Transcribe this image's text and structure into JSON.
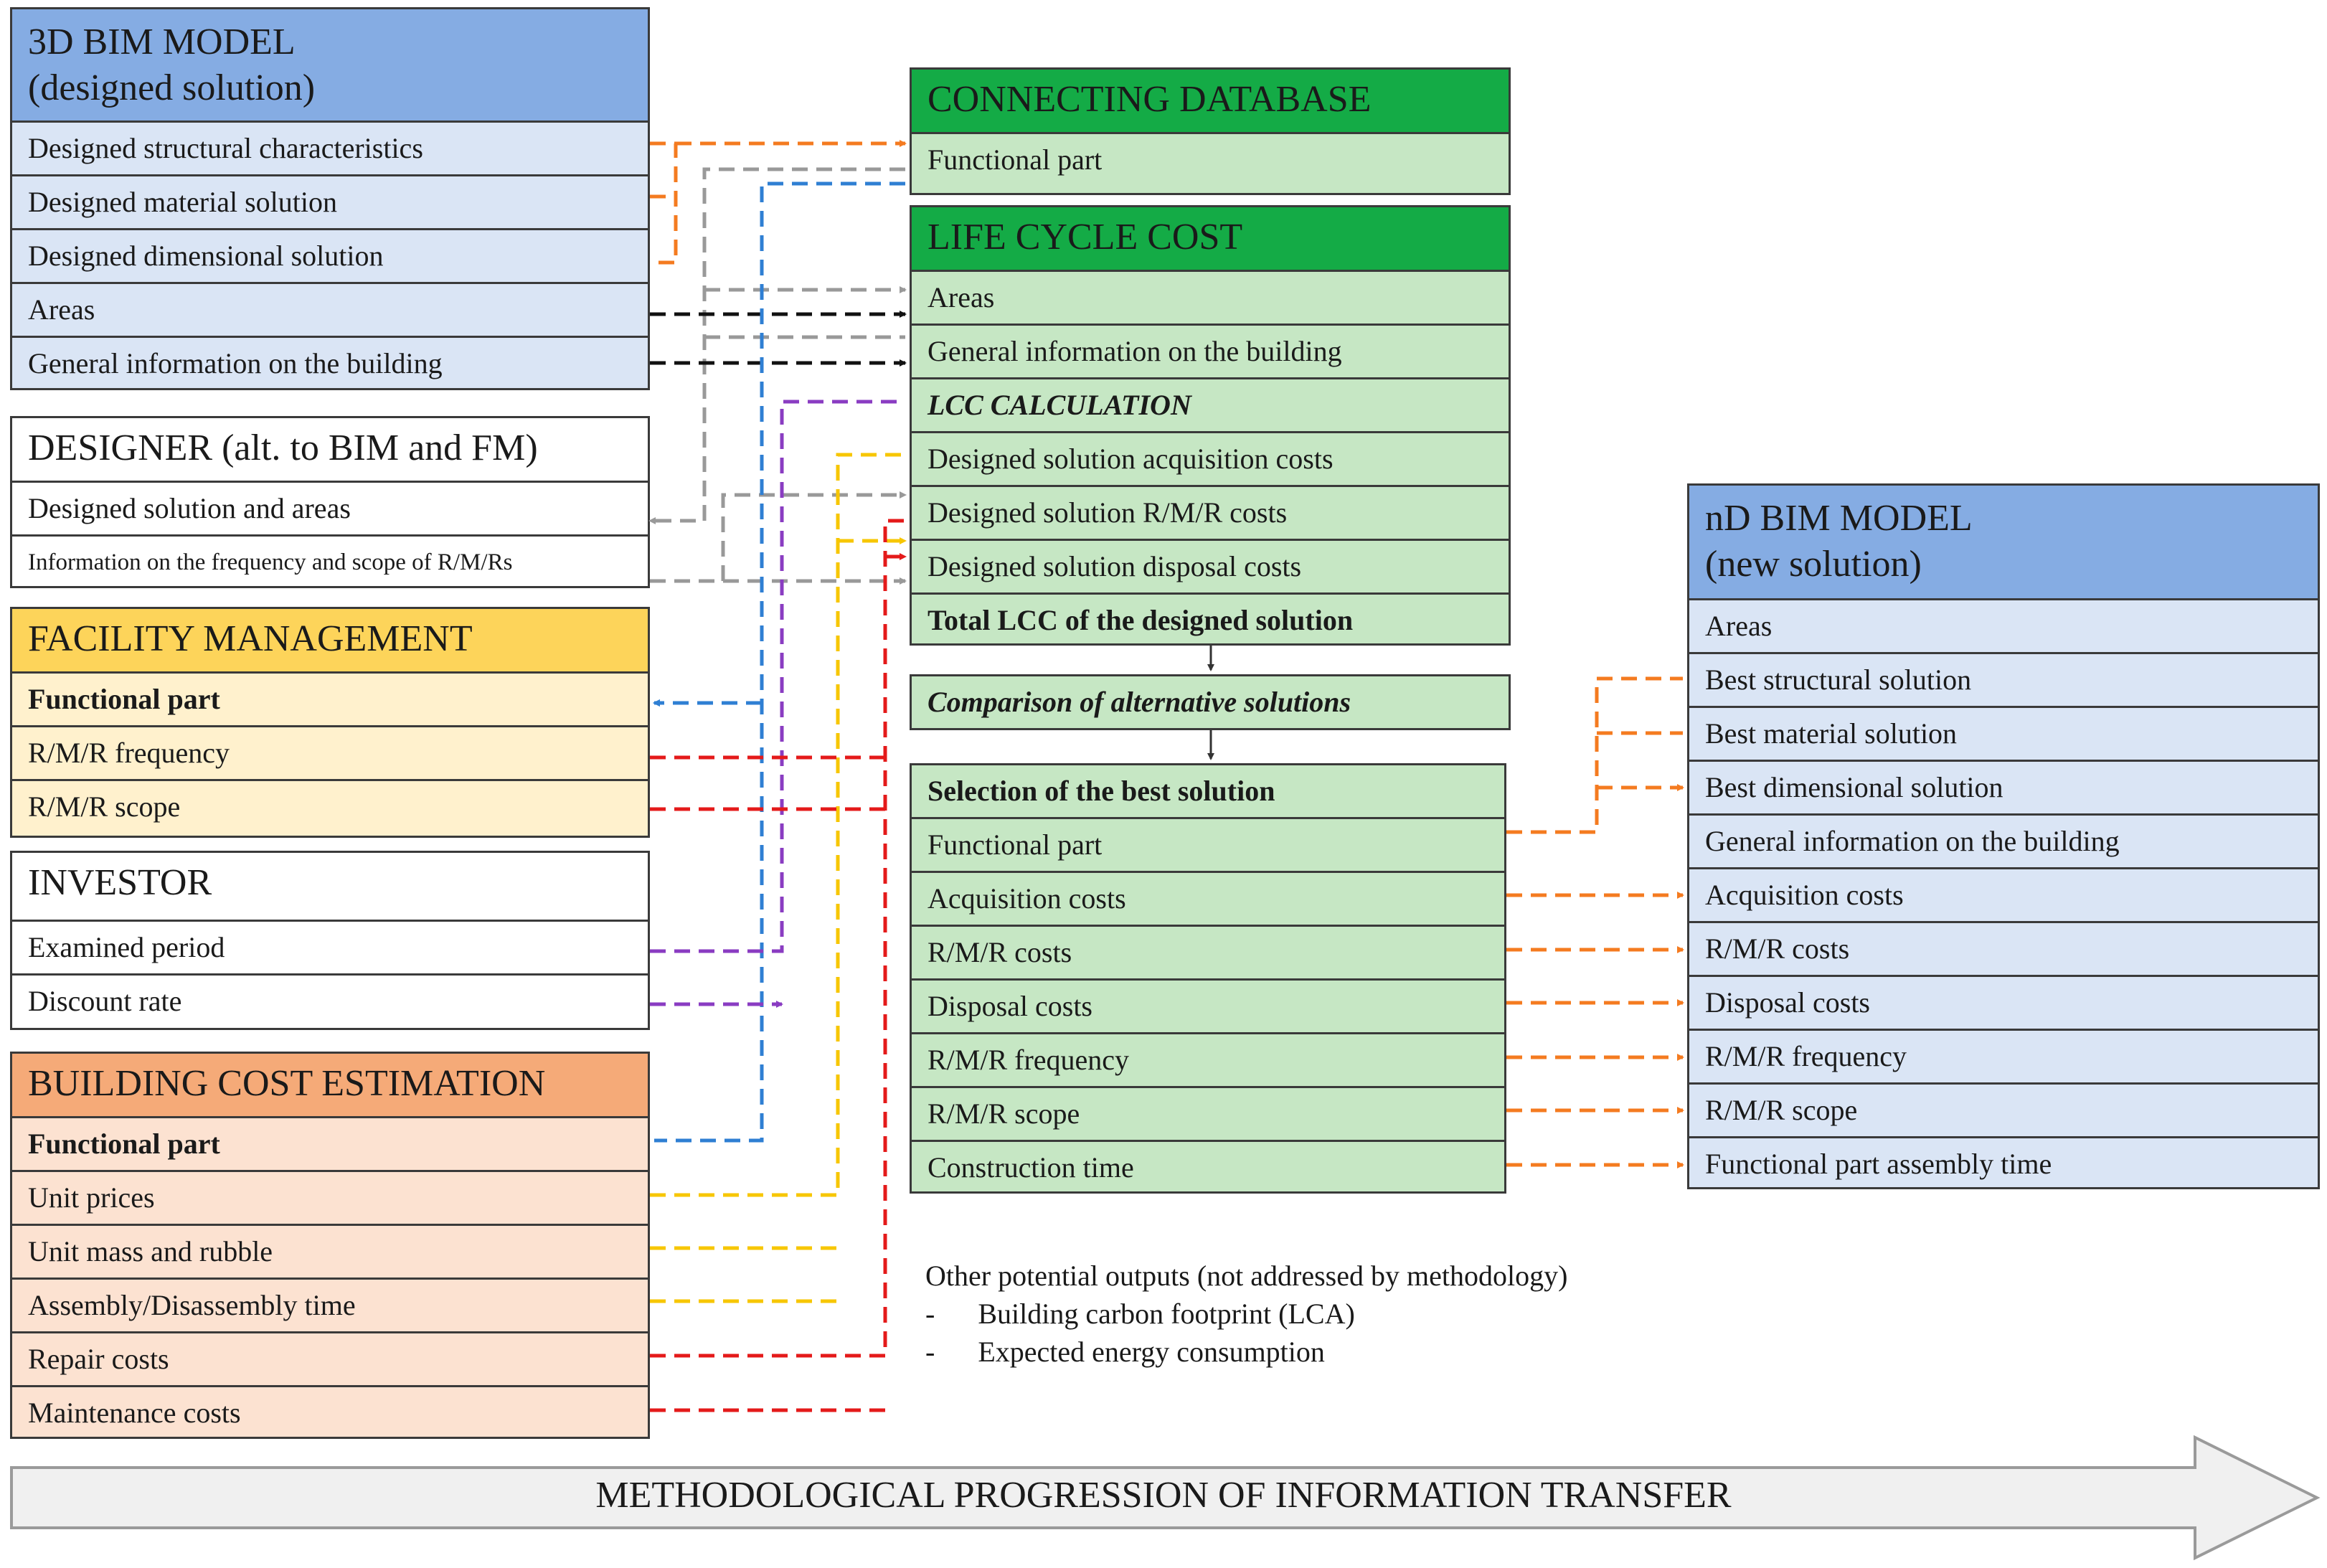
{
  "bim3d": {
    "title": "3D BIM MODEL\n(designed solution)",
    "rows": [
      "Designed structural characteristics",
      "Designed material solution",
      "Designed dimensional solution",
      "Areas",
      "General information on the building"
    ]
  },
  "designer": {
    "title": "DESIGNER (alt. to BIM and FM)",
    "rows": [
      "Designed solution and areas",
      "Information on the frequency and scope of R/M/Rs"
    ]
  },
  "fm": {
    "title": "FACILITY MANAGEMENT",
    "rows": [
      "Functional part",
      "R/M/R  frequency",
      "R/M/R  scope"
    ]
  },
  "investor": {
    "title": "INVESTOR",
    "rows": [
      "Examined period",
      "Discount rate"
    ]
  },
  "bce": {
    "title": "BUILDING COST ESTIMATION",
    "rows": [
      "Functional part",
      "Unit prices",
      "Unit mass and rubble",
      "Assembly/Disassembly  time",
      "Repair  costs",
      "Maintenance costs"
    ]
  },
  "cdb": {
    "title": "CONNECTING DATABASE",
    "rows": [
      "Functional part"
    ]
  },
  "lcc": {
    "title": "LIFE CYCLE COST",
    "rows": [
      "Areas",
      "General information on the building",
      "LCC CALCULATION",
      "Designed solution acquisition costs",
      "Designed  solution R/M/R  costs",
      "Designed solution disposal  costs",
      "Total LCC of the designed solution"
    ]
  },
  "comparison": {
    "label": "Comparison of alternative solutions"
  },
  "selection": {
    "rows": [
      "Selection of the best solution",
      "Functional part",
      "Acquisition costs",
      "R/M/R costs",
      "Disposal  costs",
      "R/M/R  frequency",
      "R/M/R  scope",
      "Construction time"
    ]
  },
  "ndbim": {
    "title": "nD BIM MODEL\n(new solution)",
    "rows": [
      "Areas",
      "Best structural solution",
      "Best material solution",
      "Best dimensional solution",
      "General information on the building",
      "Acquisition costs",
      "R/M/R  costs",
      "Disposal  costs",
      "R/M/R  frequency",
      "R/M/R  scope",
      "Functional part assembly  time"
    ]
  },
  "other_outputs": {
    "heading": "Other potential outputs (not addressed by methodology)",
    "items": [
      "Building carbon footprint (LCA)",
      "Expected energy consumption"
    ]
  },
  "progression_label": "METHODOLOGICAL PROGRESSION OF INFORMATION TRANSFER",
  "colors": {
    "bim_header": "#85ace3",
    "bim_row": "#dae5f5",
    "fm_header": "#fdd45a",
    "fm_row": "#fff1cd",
    "bce_header": "#f5aa78",
    "bce_row": "#fce2d1",
    "green_header": "#14ab46",
    "green_row": "#c6e7c4",
    "orange": "#f47b20",
    "gray": "#999999",
    "black": "#111111",
    "blue": "#2f7fd3",
    "purple": "#8a3cc2",
    "yellow": "#f7c600",
    "red": "#e41a1a"
  }
}
